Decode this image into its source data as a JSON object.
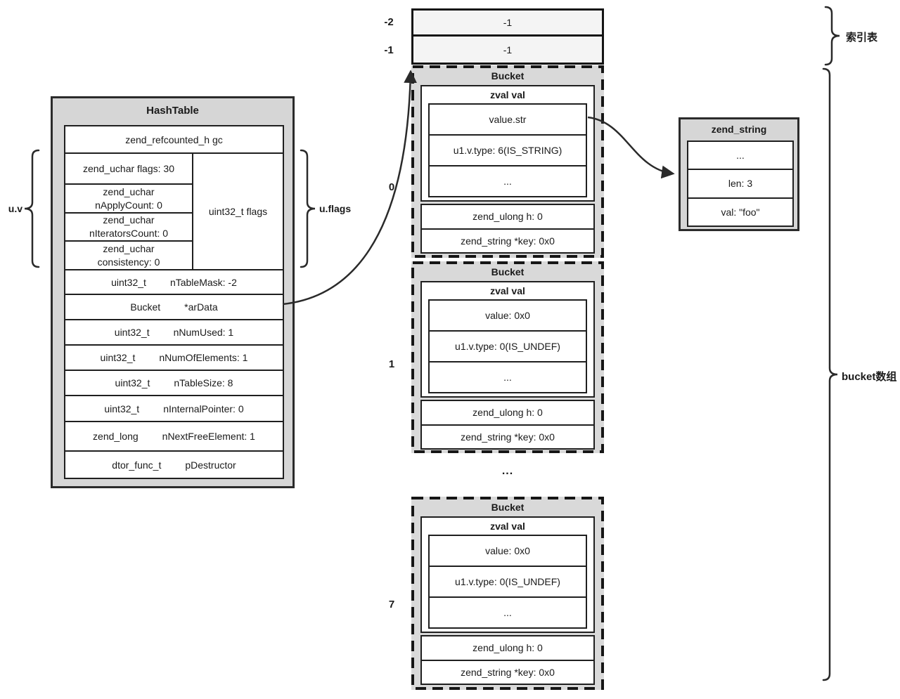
{
  "hashtable": {
    "title": "HashTable",
    "gc": "zend_refcounted_h gc",
    "uv_rows": [
      {
        "line1": "zend_uchar  flags: 30",
        "line2": ""
      },
      {
        "line1": "zend_uchar",
        "line2": "nApplyCount: 0"
      },
      {
        "line1": "zend_uchar",
        "line2": "nIteratorsCount: 0"
      },
      {
        "line1": "zend_uchar",
        "line2": "consistency: 0"
      }
    ],
    "flags_cell": "uint32_t flags",
    "fields": [
      {
        "type": "uint32_t",
        "name": "nTableMask: -2"
      },
      {
        "type": "Bucket",
        "name": "*arData"
      },
      {
        "type": "uint32_t",
        "name": "nNumUsed: 1"
      },
      {
        "type": "uint32_t",
        "name": "nNumOfElements: 1"
      },
      {
        "type": "uint32_t",
        "name": "nTableSize: 8"
      },
      {
        "type": "uint32_t",
        "name": "nInternalPointer: 0"
      },
      {
        "type": "zend_long",
        "name": "nNextFreeElement: 1"
      },
      {
        "type": "dtor_func_t",
        "name": "pDestructor"
      }
    ]
  },
  "index_table": {
    "rows": [
      {
        "label": "-2",
        "value": "-1"
      },
      {
        "label": "-1",
        "value": "-1"
      }
    ]
  },
  "buckets": [
    {
      "index": "0",
      "title": "Bucket",
      "zval_title": "zval val",
      "zval_rows": [
        "value.str",
        "u1.v.type: 6(IS_STRING)",
        "..."
      ],
      "h": "zend_ulong h: 0",
      "key": "zend_string *key: 0x0"
    },
    {
      "index": "1",
      "title": "Bucket",
      "zval_title": "zval val",
      "zval_rows": [
        "value: 0x0",
        "u1.v.type: 0(IS_UNDEF)",
        "..."
      ],
      "h": "zend_ulong h: 0",
      "key": "zend_string *key: 0x0"
    },
    {
      "index": "7",
      "title": "Bucket",
      "zval_title": "zval val",
      "zval_rows": [
        "value: 0x0",
        "u1.v.type: 0(IS_UNDEF)",
        "..."
      ],
      "h": "zend_ulong h: 0",
      "key": "zend_string *key: 0x0"
    }
  ],
  "zend_string": {
    "title": "zend_string",
    "rows": [
      "...",
      "len: 3",
      "val: \"foo\""
    ]
  },
  "annotations": {
    "uv": "u.v",
    "uflags": "u.flags",
    "index_table": "索引表",
    "bucket_array": "bucket数组",
    "between_buckets_ellipsis": "..."
  },
  "colors": {
    "frame_bg": "#d6d6d6",
    "border": "#2b2b2b",
    "index_row_bg": "#f4f4f4",
    "text": "#1a1a1a"
  }
}
